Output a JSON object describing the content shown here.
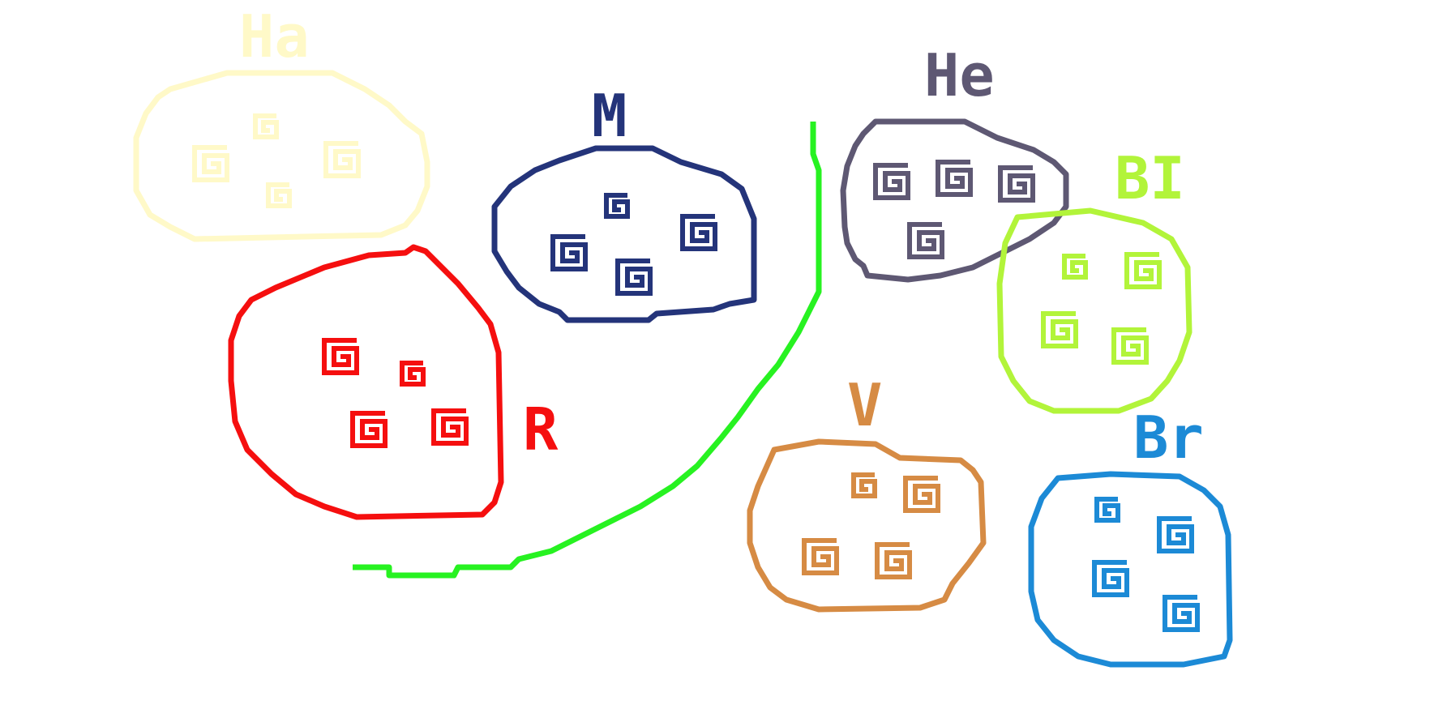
{
  "groups": [
    {
      "id": "ha",
      "label": "Ha",
      "color": "#fff9c8"
    },
    {
      "id": "m",
      "label": "M",
      "color": "#24347a"
    },
    {
      "id": "he",
      "label": "He",
      "color": "#5e5873"
    },
    {
      "id": "bi",
      "label": "BI",
      "color": "#b2f43a"
    },
    {
      "id": "r",
      "label": "R",
      "color": "#f50f0f"
    },
    {
      "id": "v",
      "label": "V",
      "color": "#d68b44"
    },
    {
      "id": "br",
      "label": "Br",
      "color": "#1c8ad6"
    }
  ],
  "divider": {
    "color": "#27f221"
  },
  "icons": {
    "item": "spiral-icon"
  }
}
